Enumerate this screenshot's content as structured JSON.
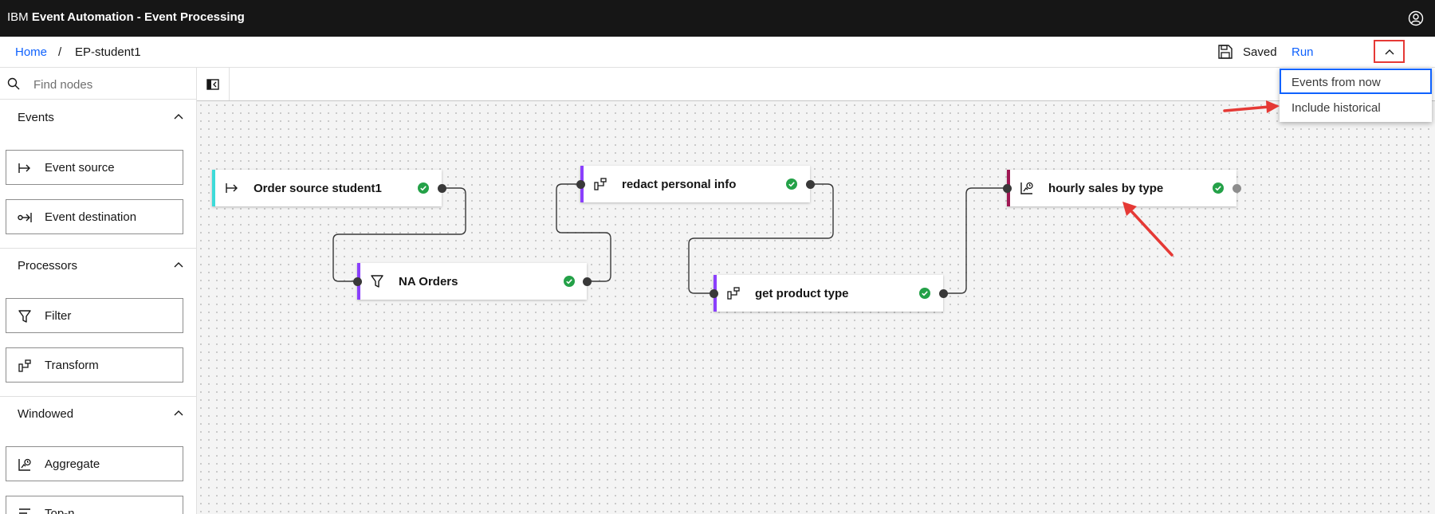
{
  "app": {
    "brand_light": "IBM",
    "brand_bold": "Event Automation - Event Processing"
  },
  "breadcrumb": {
    "home": "Home",
    "separator": "/",
    "current": "EP-student1"
  },
  "toolbar": {
    "saved_label": "Saved",
    "run_label": "Run"
  },
  "sidebar": {
    "search_placeholder": "Find nodes",
    "sections": [
      {
        "label": "Events",
        "items": [
          "Event source",
          "Event destination"
        ]
      },
      {
        "label": "Processors",
        "items": [
          "Filter",
          "Transform"
        ]
      },
      {
        "label": "Windowed",
        "items": [
          "Aggregate",
          "Top-n"
        ]
      }
    ]
  },
  "run_menu": {
    "options": [
      "Events from now",
      "Include historical"
    ],
    "selected": "Events from now"
  },
  "flow": {
    "nodes": [
      {
        "id": "order-source",
        "title": "Order source student1",
        "type": "event-source",
        "color": "#3ddbd9",
        "status": "valid"
      },
      {
        "id": "na-orders",
        "title": "NA Orders",
        "type": "filter",
        "color": "#8a3ffc",
        "status": "valid"
      },
      {
        "id": "redact",
        "title": "redact personal info",
        "type": "transform",
        "color": "#8a3ffc",
        "status": "valid"
      },
      {
        "id": "product-type",
        "title": "get product type",
        "type": "transform",
        "color": "#8a3ffc",
        "status": "valid"
      },
      {
        "id": "hourly-sales",
        "title": "hourly sales by type",
        "type": "aggregate",
        "color": "#9f1853",
        "status": "valid"
      }
    ]
  },
  "colors": {
    "accent": "#0f62fe",
    "topbar": "#161616",
    "success": "#24a148",
    "annotation": "#e53935"
  }
}
